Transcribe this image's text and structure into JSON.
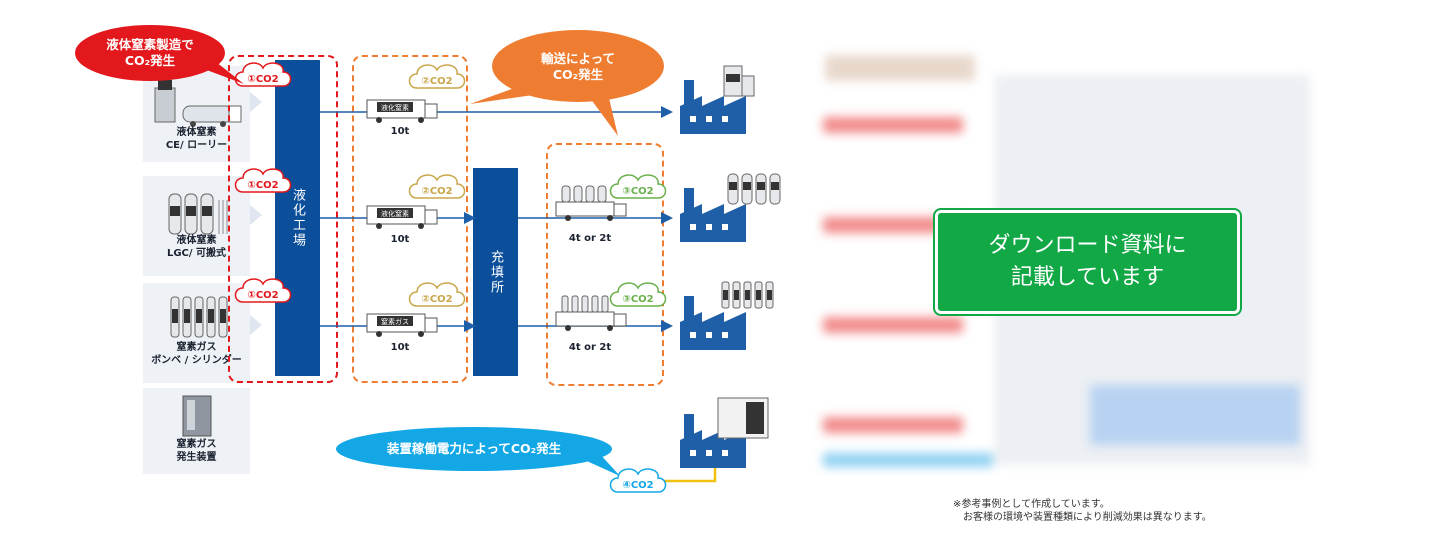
{
  "colors": {
    "navy": "#0b4f9a",
    "red": "#e3181c",
    "orange": "#ee7d31",
    "green_co2": "#6ab04c",
    "gold_co2": "#c9a64a",
    "cyan": "#13a7e6",
    "cta_green": "#12a846",
    "arrow_blue": "#1f5fa8",
    "yellow": "#f0c10f"
  },
  "sources": [
    {
      "label": "液体窒素\nCE/ ローリー",
      "icon": "ce-tank-lorry-icon",
      "co2_label": "①CO2"
    },
    {
      "label": "液体窒素\nLGC/ 可搬式",
      "icon": "lgc-container-icon",
      "co2_label": "①CO2"
    },
    {
      "label": "窒素ガス\nボンベ / シリンダー",
      "icon": "gas-cylinder-icon",
      "co2_label": "①CO2"
    },
    {
      "label": "窒素ガス\n発生装置",
      "icon": "nitrogen-generator-icon"
    }
  ],
  "liquefaction_plant": "液化工場",
  "filling_station": "充填所",
  "trucks_stage1": [
    {
      "tag": "液化窒素",
      "capacity": "10t",
      "co2_label": "②CO2"
    },
    {
      "tag": "液化窒素",
      "capacity": "10t",
      "co2_label": "②CO2"
    },
    {
      "tag": "窒素ガス",
      "capacity": "10t",
      "co2_label": "②CO2"
    }
  ],
  "trucks_stage2": [
    {
      "capacity": "4t or 2t",
      "co2_label": "③CO2"
    },
    {
      "capacity": "4t or 2t",
      "co2_label": "③CO2"
    }
  ],
  "generator_co2_label": "④CO2",
  "callouts": {
    "production": {
      "line1": "液体窒素製造で",
      "line2": "CO₂発生"
    },
    "transport": {
      "line1": "輸送によって",
      "line2": "CO₂発生"
    },
    "power": "装置稼働電力によってCO₂発生"
  },
  "cta": {
    "line1": "ダウンロード資料に",
    "line2": "記載しています"
  },
  "footnote": {
    "line1": "※参考事例として作成しています。",
    "line2": "お客様の環境や装置種類により削減効果は異なります。"
  }
}
